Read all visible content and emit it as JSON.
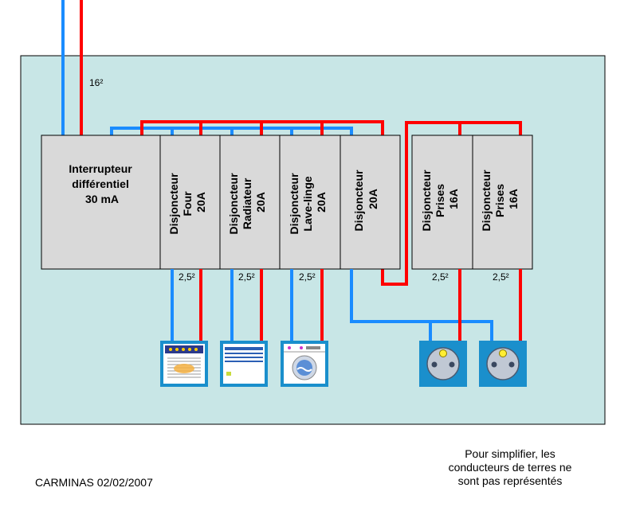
{
  "diagram": {
    "main_section_label": "16²",
    "rcd": {
      "line1": "Interrupteur",
      "line2": "différentiel",
      "line3": "30 mA"
    },
    "breakers": [
      {
        "line1": "Disjoncteur",
        "line2": "Four",
        "line3": "20A",
        "cable": "2,5²"
      },
      {
        "line1": "Disjoncteur",
        "line2": "Radiateur",
        "line3": "20A",
        "cable": "2,5²"
      },
      {
        "line1": "Disjoncteur",
        "line2": "Lave-linge",
        "line3": "20A",
        "cable": "2,5²"
      },
      {
        "line1": "Disjoncteur",
        "line2": "20A",
        "line3": ""
      },
      {
        "line1": "Disjoncteur",
        "line2": "Prises",
        "line3": "16A",
        "cable": "2,5²"
      },
      {
        "line1": "Disjoncteur",
        "line2": "Prises",
        "line3": "16A",
        "cable": "2,5²"
      }
    ],
    "appliances": [
      "oven-icon",
      "radiator-icon",
      "washing-machine-icon",
      "socket-icon",
      "socket-icon"
    ],
    "colors": {
      "phase": "#ff0000",
      "neutral": "#1a8cff",
      "panel": "#c8e6e6",
      "module": "#d9d9d9",
      "appliance_frame": "#1a8fcc"
    }
  },
  "footer": {
    "author": "CARMINAS 02/02/2007",
    "note_lines": [
      "Pour simplifier, les",
      "conducteurs de terres ne",
      "sont pas représentés"
    ]
  }
}
